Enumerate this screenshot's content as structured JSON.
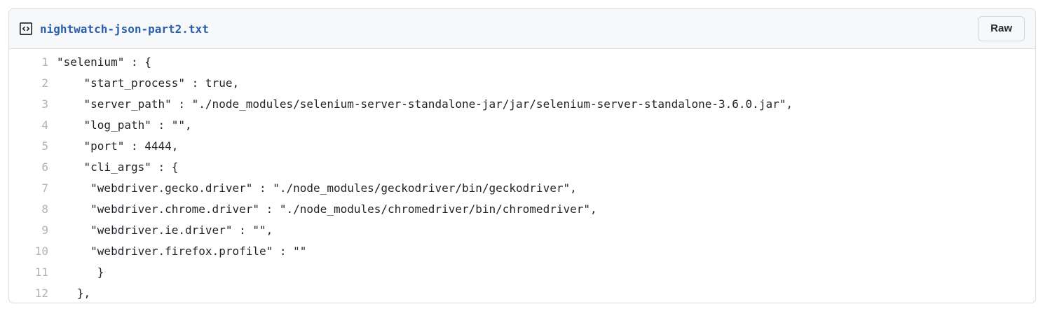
{
  "file": {
    "name": "nightwatch-json-part2.txt",
    "icon": "code-square-icon",
    "raw_button_label": "Raw"
  },
  "colors": {
    "header_background": "#f6f8fa",
    "card_border": "#d8dee4",
    "filename_link": "#2b5fad",
    "line_number": "#aeb4ba",
    "code_text": "#1f2328",
    "raw_button_border": "#d0d7de",
    "raw_button_text": "#24292f"
  },
  "code": {
    "language": "json-snippet",
    "lines": [
      {
        "number": "1",
        "text": "\"selenium\" : {"
      },
      {
        "number": "2",
        "text": "    \"start_process\" : true,"
      },
      {
        "number": "3",
        "text": "    \"server_path\" : \"./node_modules/selenium-server-standalone-jar/jar/selenium-server-standalone-3.6.0.jar\","
      },
      {
        "number": "4",
        "text": "    \"log_path\" : \"\","
      },
      {
        "number": "5",
        "text": "    \"port\" : 4444,"
      },
      {
        "number": "6",
        "text": "    \"cli_args\" : {"
      },
      {
        "number": "7",
        "text": "     \"webdriver.gecko.driver\" : \"./node_modules/geckodriver/bin/geckodriver\","
      },
      {
        "number": "8",
        "text": "     \"webdriver.chrome.driver\" : \"./node_modules/chromedriver/bin/chromedriver\","
      },
      {
        "number": "9",
        "text": "     \"webdriver.ie.driver\" : \"\","
      },
      {
        "number": "10",
        "text": "     \"webdriver.firefox.profile\" : \"\""
      },
      {
        "number": "11",
        "text": "      }"
      },
      {
        "number": "12",
        "text": "   },"
      }
    ]
  }
}
